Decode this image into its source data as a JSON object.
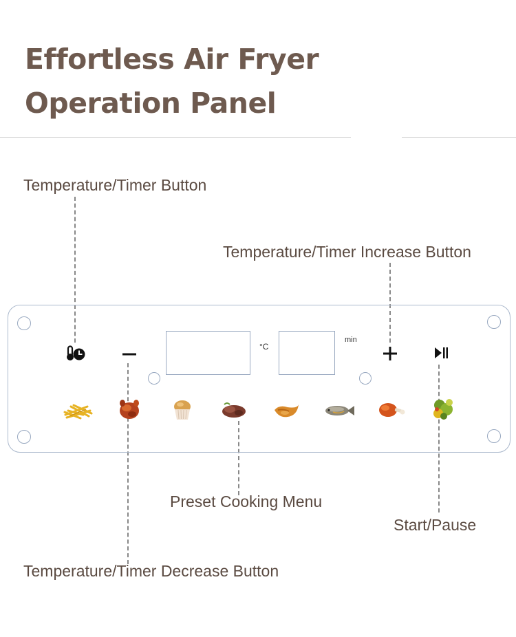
{
  "title": {
    "line1": "Effortless Air Fryer",
    "line2": "Operation Panel"
  },
  "callouts": {
    "temp_timer_button": "Temperature/Timer Button",
    "increase_button": "Temperature/Timer Increase Button",
    "preset_menu": "Preset Cooking Menu",
    "start_pause": "Start/Pause",
    "decrease_button": "Temperature/Timer Decrease Button"
  },
  "panel": {
    "temp_unit": "°C",
    "time_unit": "min"
  },
  "icons": {
    "temp_timer": "thermometer-clock-icon",
    "minus": "minus-icon",
    "plus": "plus-icon",
    "play_pause": "play-pause-icon"
  },
  "preset_foods": [
    "fries-icon",
    "roast-chicken-icon",
    "cupcake-icon",
    "steak-icon",
    "chicken-wing-icon",
    "fish-icon",
    "drumstick-icon",
    "vegetables-icon"
  ],
  "colors": {
    "title": "#6e5a4f",
    "callout_text": "#5a4a41",
    "panel_border": "#aab8cc"
  }
}
